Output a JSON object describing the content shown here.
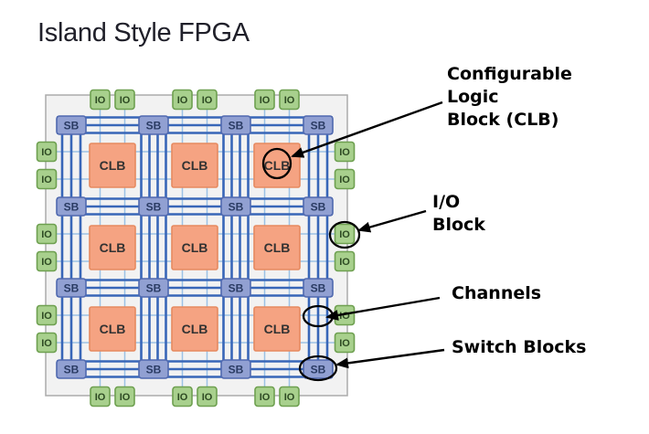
{
  "title": "Island Style FPGA",
  "diagram": {
    "boundary_fill": "#f2f2f2",
    "boundary_border": "#ababab",
    "blocks": {
      "clb": {
        "label": "CLB",
        "fill": "#f5a382",
        "border": "#e68a60",
        "text_color": "#323232",
        "count": 9
      },
      "sb": {
        "label": "SB",
        "fill": "#91a0d2",
        "border": "#5069af",
        "text_color": "#2a3b63",
        "count": 16
      },
      "io": {
        "label": "IO",
        "fill": "#a8d08d",
        "border": "#6ea050",
        "text_color": "#2d4a22",
        "count": 24
      }
    },
    "channels": {
      "line_color": "#3866b8",
      "pin_line_color": "#9cc2e5"
    },
    "annotation_color": "#000000"
  },
  "annotations": [
    {
      "id": "clb",
      "label": "Configurable\nLogic\nBlock (CLB)"
    },
    {
      "id": "io",
      "label": "I/O\nBlock"
    },
    {
      "id": "channels",
      "label": "Channels"
    },
    {
      "id": "switch_blocks",
      "label": "Switch Blocks"
    }
  ]
}
